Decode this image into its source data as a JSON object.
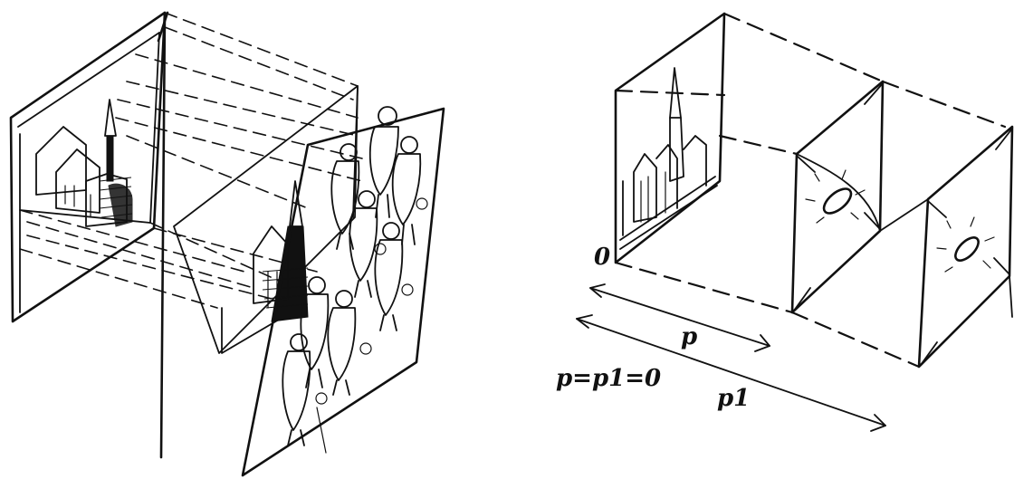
{
  "labels": {
    "origin": "0",
    "p": "p",
    "p_equation": "p=p1=0",
    "p1": "p1"
  }
}
